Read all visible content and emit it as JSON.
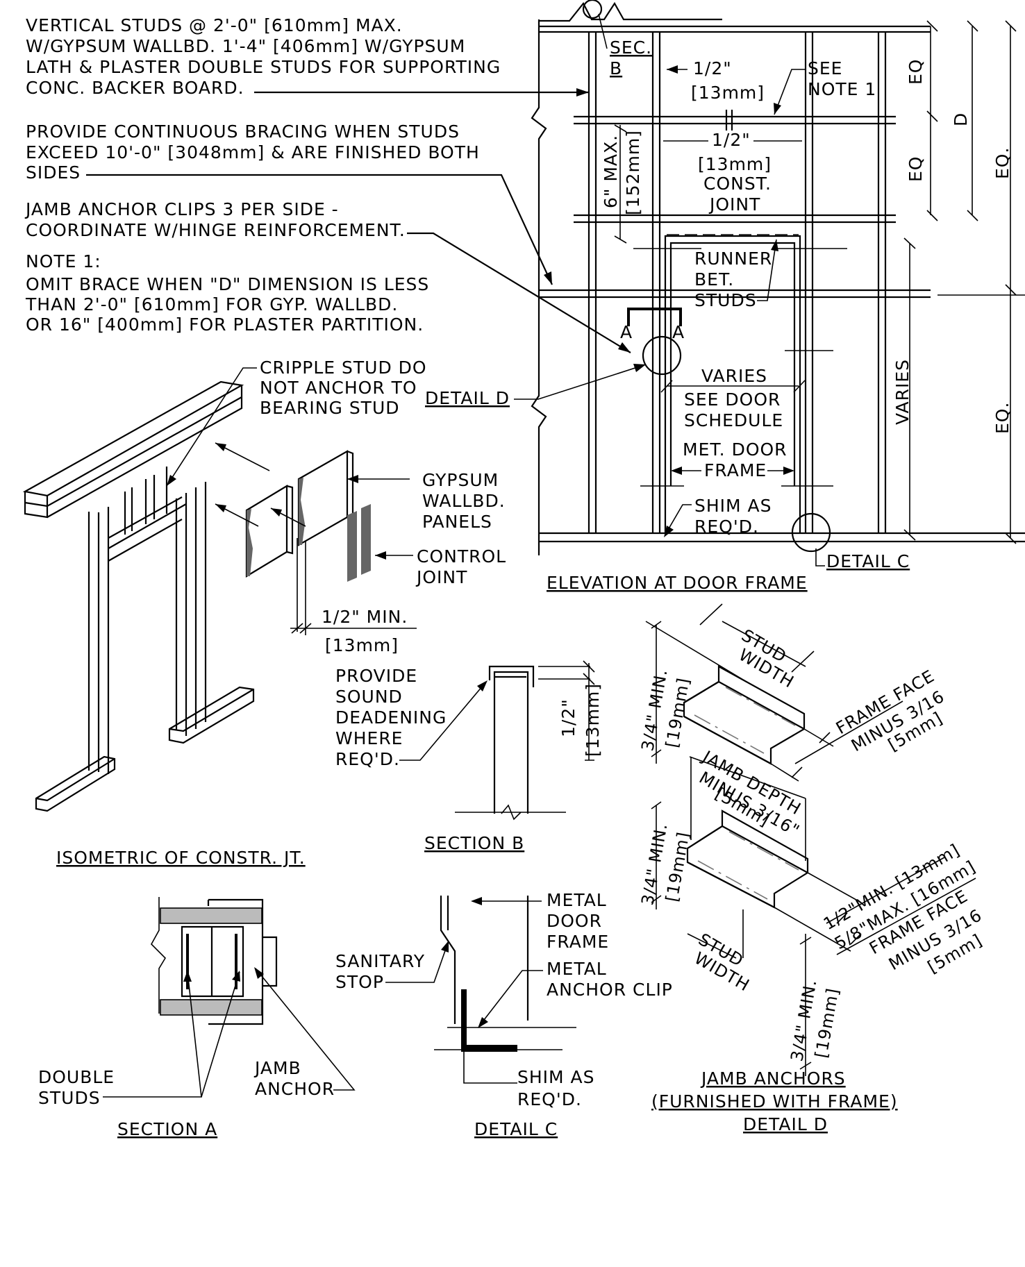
{
  "notes": {
    "vertical_studs": [
      "VERTICAL STUDS @ 2'-0\" [610mm] MAX.",
      "W/GYPSUM WALLBD. 1'-4\" [406mm] W/GYPSUM",
      "LATH & PLASTER DOUBLE STUDS FOR SUPPORTING",
      "CONC. BACKER BOARD."
    ],
    "bracing": [
      "PROVIDE CONTINUOUS BRACING WHEN STUDS",
      "EXCEED 10'-0\" [3048mm] & ARE FINISHED BOTH",
      "SIDES"
    ],
    "jamb_clips": [
      "JAMB ANCHOR CLIPS 3 PER SIDE -",
      "COORDINATE W/HINGE REINFORCEMENT."
    ],
    "note1": [
      "NOTE 1:",
      "OMIT BRACE WHEN \"D\" DIMENSION IS LESS",
      "THAN 2'-0\" [610mm] FOR GYP. WALLBD.",
      "OR 16\" [400mm] FOR PLASTER PARTITION."
    ]
  },
  "isometric": {
    "cripple_stud": [
      "CRIPPLE STUD DO",
      "NOT ANCHOR TO",
      "BEARING STUD"
    ],
    "gypsum_panels": [
      "GYPSUM",
      "WALLBD.",
      "PANELS"
    ],
    "control_joint": [
      "CONTROL",
      "JOINT"
    ],
    "half_inch_min": "1/2\" MIN.",
    "half_inch_mm": "[13mm]",
    "title": "ISOMETRIC OF CONSTR. JT."
  },
  "elevation": {
    "sec_b": [
      "SEC.",
      "B"
    ],
    "half_inch_top": [
      "1/2\"",
      "[13mm]"
    ],
    "see_note": [
      "SEE",
      "NOTE 1"
    ],
    "const_joint": [
      "1/2\"",
      "[13mm]",
      "CONST.",
      "JOINT"
    ],
    "six_max": [
      "6\" MAX.",
      "[152mm]"
    ],
    "runner": [
      "RUNNER",
      "BET.",
      "STUDS"
    ],
    "section_mark": "A",
    "detail_d": "DETAIL D",
    "varies_center": [
      "VARIES",
      "SEE DOOR",
      "SCHEDULE"
    ],
    "door_frame": [
      "MET. DOOR",
      "FRAME"
    ],
    "shim": [
      "SHIM AS",
      "REQ'D."
    ],
    "detail_c": "DETAIL C",
    "eq": "EQ",
    "eq_dot": "EQ.",
    "d": "D",
    "varies_side": "VARIES",
    "title": "ELEVATION AT DOOR FRAME"
  },
  "section_b": {
    "sound": [
      "PROVIDE",
      "SOUND",
      "DEADENING",
      "WHERE",
      "REQ'D."
    ],
    "dim": [
      "1/2\"",
      "[13mm]"
    ],
    "title": "SECTION  B"
  },
  "section_a": {
    "double_studs": [
      "DOUBLE",
      "STUDS"
    ],
    "jamb_anchor": [
      "JAMB",
      "ANCHOR"
    ],
    "title": "SECTION  A"
  },
  "detail_c": {
    "metal_door_frame": [
      "METAL",
      "DOOR",
      "FRAME"
    ],
    "sanitary_stop": [
      "SANITARY",
      "STOP"
    ],
    "anchor_clip": [
      "METAL",
      "ANCHOR  CLIP"
    ],
    "shim": [
      "SHIM  AS",
      "REQ'D."
    ],
    "title": "DETAIL  C"
  },
  "detail_d": {
    "stud_width": [
      "STUD",
      "WIDTH"
    ],
    "three_quarter": [
      "3/4\" MIN.",
      "[19mm]"
    ],
    "frame_face": [
      "FRAME FACE",
      "MINUS 3/16",
      "[5mm]"
    ],
    "jamb_depth": [
      "JAMB DEPTH",
      "MINUS 3/16\"",
      "[5mm]"
    ],
    "min_max": [
      "1/2\"MIN. [13mm]",
      "5/8\"MAX. [16mm]"
    ],
    "title": [
      "JAMB  ANCHORS",
      "(FURNISHED  WITH  FRAME)",
      "DETAIL  D"
    ]
  }
}
